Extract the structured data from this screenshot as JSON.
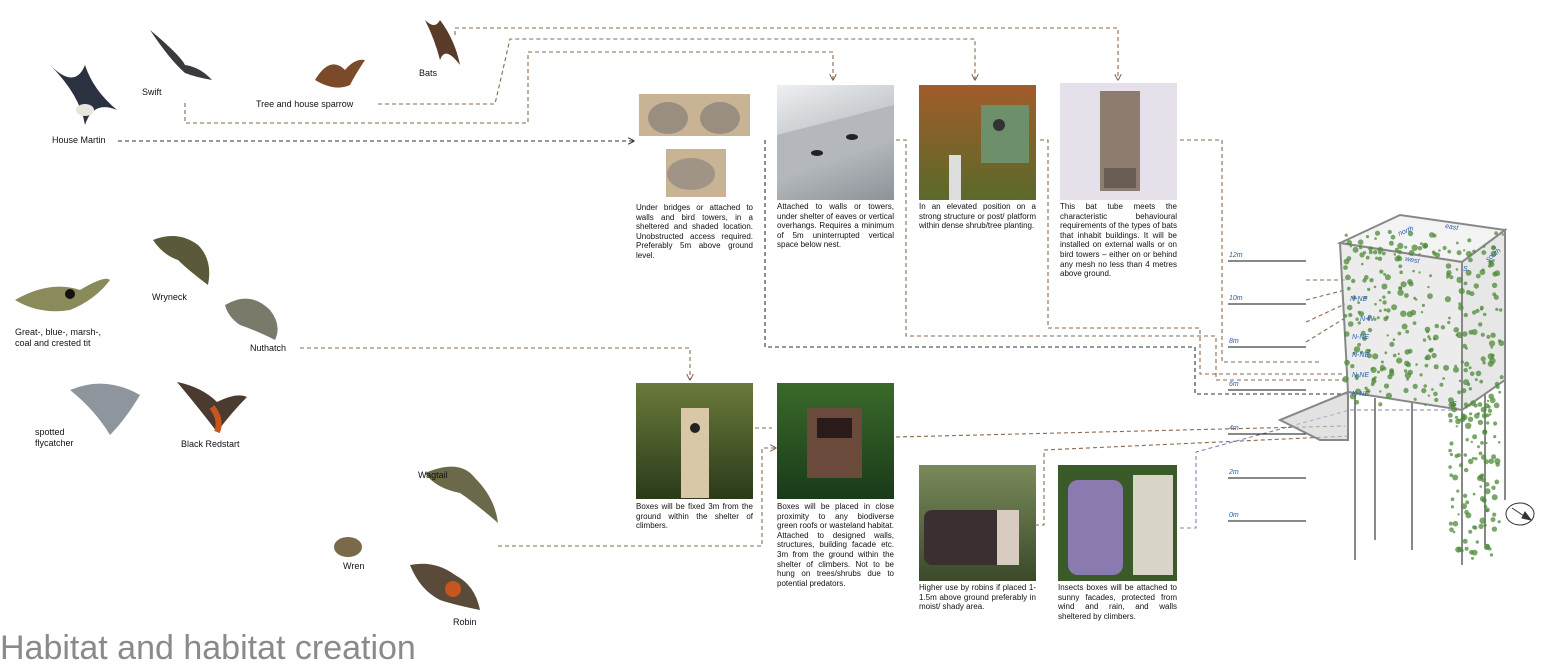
{
  "birds": {
    "house_martin": "House Martin",
    "swift": "Swift",
    "sparrow": "Tree and house sparrow",
    "bats": "Bats",
    "wryneck": "Wryneck",
    "tits": "Great-, blue-, marsh-, coal and crested tit",
    "nuthatch": "Nuthatch",
    "flycatcher": "spotted flycatcher",
    "redstart": "Black Redstart",
    "wagtail": "Wagtail",
    "wren": "Wren",
    "robin": "Robin"
  },
  "descriptions": {
    "martin_nest": "Under bridges or attached to walls and bird towers, in a sheltered and shaded location. Unobstructed access required. Preferably 5m above ground level.",
    "swift_box": "Attached to walls or towers, under shelter of eaves or vertical overhangs. Requires a minimum of 5m uninterrupted vertical space below nest.",
    "sparrow_box": "In an elevated position on a strong structure or post/ platform within dense shrub/tree planting.",
    "bat_tube": "This bat tube meets the characteristic behavioural requirements of the types of bats that inhabit buildings. It will be installed on external walls or on bird towers – either on or behind any mesh no less than 4 metres above ground.",
    "tit_box": "Boxes will be fixed 3m from the ground within the shelter of climbers.",
    "redstart_box": "Boxes will be placed in close proximity to any biodiverse green roofs or wasteland habitat. Attached to designed walls, structures, building facade etc. 3m from the ground within the shelter of climbers. Not to be hung on trees/shrubs due to potential predators.",
    "robin_box": "Higher use by robins if placed 1-1.5m above ground preferably in moist/ shady area.",
    "insect_box": "Insects boxes will be attached to sunny facades, protected from wind and rain, and walls sheltered by climbers."
  },
  "heights": [
    "12m",
    "10m",
    "8m",
    "6m",
    "4m",
    "2m",
    "0m"
  ],
  "tower_labels": {
    "north": "north",
    "east": "east",
    "west": "west",
    "south": "south",
    "s1": "S",
    "s2": "S",
    "nne1": "N-NE",
    "nw": "N-W",
    "nne2": "N-NE",
    "ne": "N-NE",
    "nne3": "N-NE",
    "nne4": "N-NE"
  },
  "title": "Habitat and habitat creation",
  "colors": {
    "arrow": "#8b6a4e",
    "arrow_dark": "#333333",
    "arrow_purple": "#8a7fb8",
    "height_label": "#2a5db0"
  }
}
